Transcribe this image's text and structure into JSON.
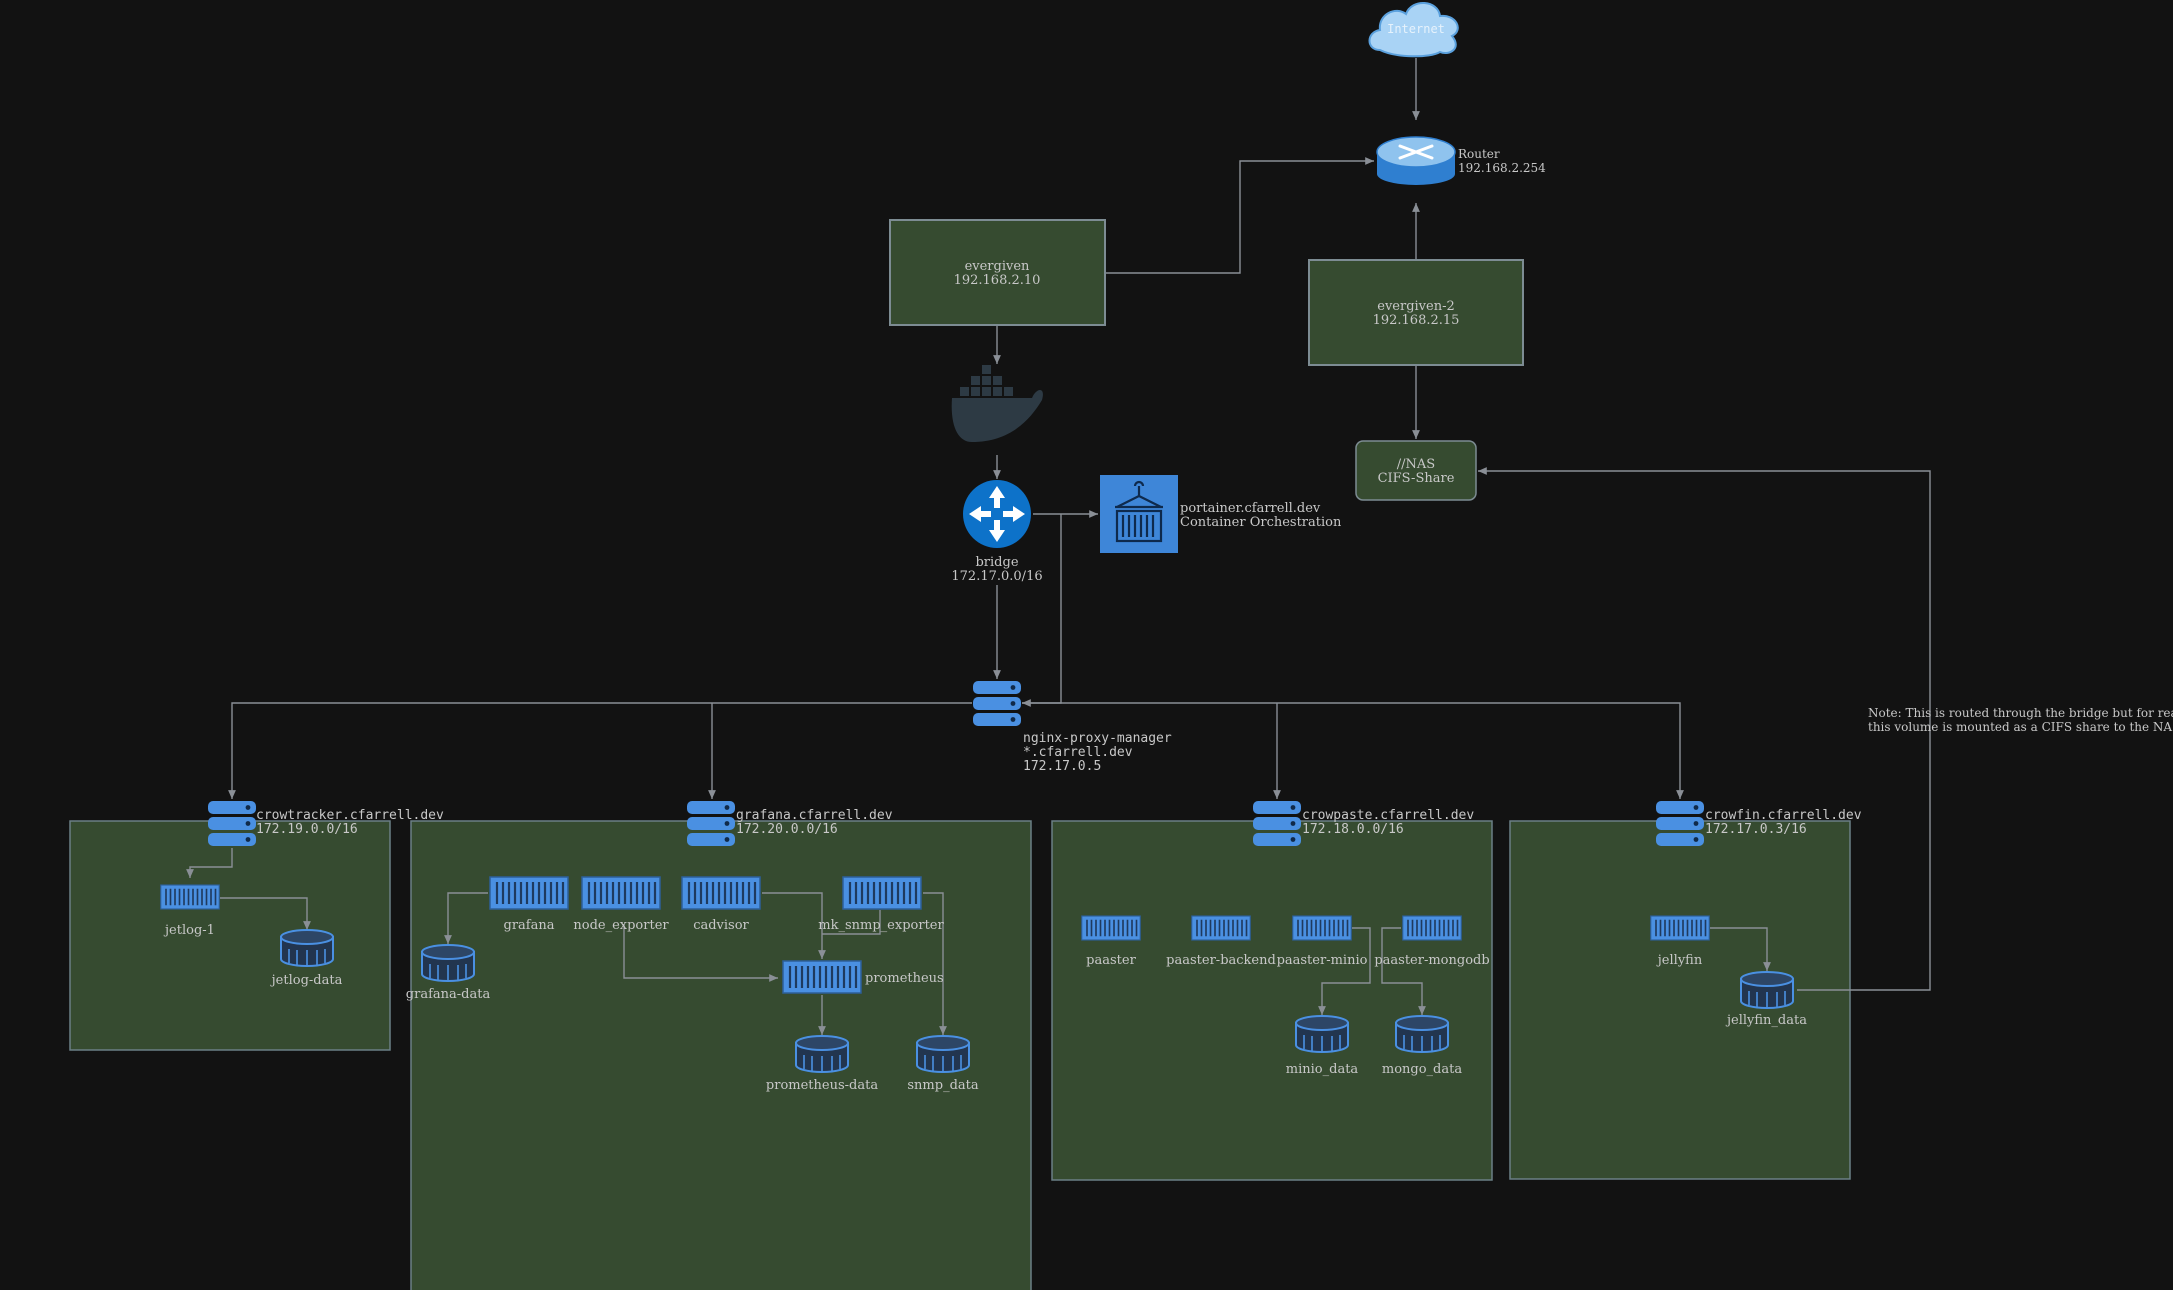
{
  "internet": {
    "label": "Internet"
  },
  "router": {
    "name": "Router",
    "ip": "192.168.2.254"
  },
  "evergiven": {
    "name": "evergiven",
    "ip": "192.168.2.10"
  },
  "evergiven2": {
    "name": "evergiven-2",
    "ip": "192.168.2.15"
  },
  "nas": {
    "name": "//NAS",
    "sub": "CIFS-Share"
  },
  "bridge": {
    "name": "bridge",
    "cidr": "172.17.0.0/16"
  },
  "portainer": {
    "name": "portainer.cfarrell.dev",
    "sub": "Container Orchestration"
  },
  "proxy": {
    "name": "nginx-proxy-manager",
    "domain": "*.cfarrell.dev",
    "ip": "172.17.0.5"
  },
  "note": {
    "line1": "Note: This is routed through the bridge but for readability,",
    "line2": "this volume is mounted as a CIFS share to the NAS"
  },
  "networks": {
    "crowtracker": {
      "name": "crowtracker.cfarrell.dev",
      "cidr": "172.19.0.0/16"
    },
    "grafana": {
      "name": "grafana.cfarrell.dev",
      "cidr": "172.20.0.0/16"
    },
    "crowpaste": {
      "name": "crowpaste.cfarrell.dev",
      "cidr": "172.18.0.0/16"
    },
    "crowfin": {
      "name": "crowfin.cfarrell.dev",
      "cidr": "172.17.0.3/16"
    }
  },
  "containers": {
    "jetlog": "jetlog-1",
    "grafana": "grafana",
    "node_exporter": "node_exporter",
    "cadvisor": "cadvisor",
    "snmp_exporter": "mk_snmp_exporter",
    "prometheus": "prometheus",
    "paaster": "paaster",
    "paaster_backend": "paaster-backend",
    "paaster_minio": "paaster-minio",
    "paaster_mongodb": "paaster-mongodb",
    "jellyfin": "jellyfin"
  },
  "volumes": {
    "jetlog_data": "jetlog-data",
    "grafana_data": "grafana-data",
    "prometheus_data": "prometheus-data",
    "snmp_data": "snmp_data",
    "minio_data": "minio_data",
    "mongo_data": "mongo_data",
    "jellyfin_data": "jellyfin_data"
  },
  "colors": {
    "background": "#121212",
    "group_fill": "#364b30",
    "icon_blue": "#4a90e2",
    "edge": "#8a8f96"
  }
}
